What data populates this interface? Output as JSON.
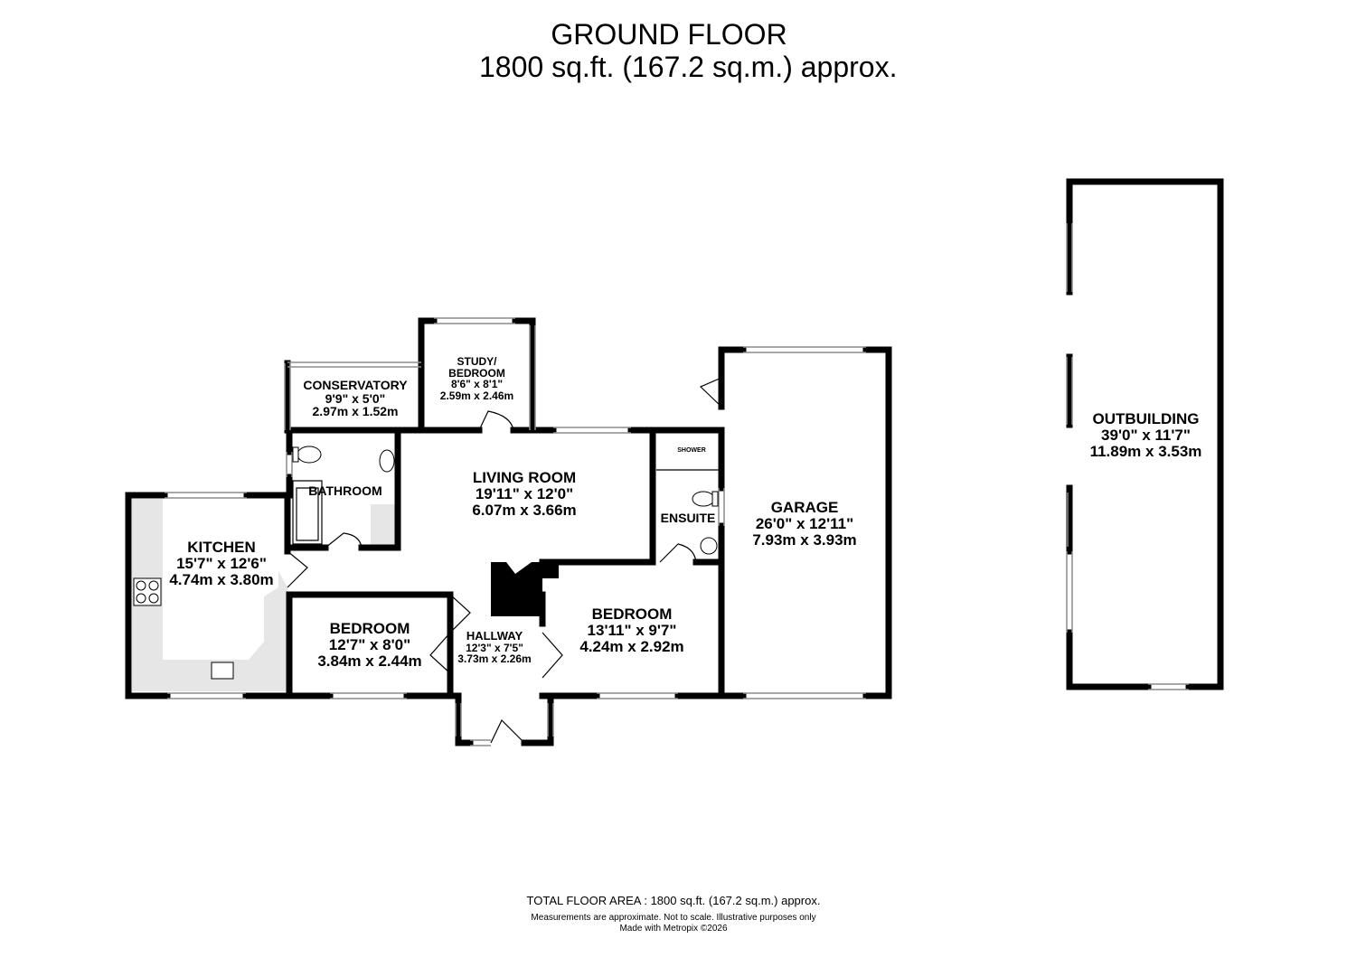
{
  "header": {
    "title": "GROUND FLOOR",
    "area": "1800 sq.ft. (167.2 sq.m.) approx."
  },
  "rooms": {
    "conservatory": {
      "name": "CONSERVATORY",
      "imperial": "9'9\"  x 5'0\"",
      "metric": "2.97m  x 1.52m"
    },
    "study": {
      "name": "STUDY/",
      "name2": "BEDROOM",
      "imperial": "8'6\"  x 8'1\"",
      "metric": "2.59m  x 2.46m"
    },
    "living_room": {
      "name": "LIVING ROOM",
      "imperial": "19'11\"  x 12'0\"",
      "metric": "6.07m  x 3.66m"
    },
    "bathroom": {
      "name": "BATHROOM"
    },
    "kitchen": {
      "name": "KITCHEN",
      "imperial": "15'7\"  x 12'6\"",
      "metric": "4.74m  x 3.80m"
    },
    "bedroom_left": {
      "name": "BEDROOM",
      "imperial": "12'7\"  x 8'0\"",
      "metric": "3.84m  x 2.44m"
    },
    "hallway": {
      "name": "HALLWAY",
      "imperial": "12'3\"  x 7'5\"",
      "metric": "3.73m  x 2.26m"
    },
    "bedroom_right": {
      "name": "BEDROOM",
      "imperial": "13'11\"  x 9'7\"",
      "metric": "4.24m  x 2.92m"
    },
    "ensuite": {
      "name": "ENSUITE",
      "shower": "SHOWER"
    },
    "garage": {
      "name": "GARAGE",
      "imperial": "26'0\"  x 12'11\"",
      "metric": "7.93m  x 3.93m"
    },
    "outbuilding": {
      "name": "OUTBUILDING",
      "imperial": "39'0\"  x 11'7\"",
      "metric": "11.89m  x 3.53m"
    }
  },
  "footer": {
    "total": "TOTAL FLOOR AREA : 1800 sq.ft. (167.2 sq.m.) approx.",
    "disclaimer": "Measurements are approximate.  Not to scale.  Illustrative purposes only",
    "credit": "Made with Metropix ©2026"
  },
  "colors": {
    "wall": "#000000",
    "kitchen_floor": "#e6e6e6",
    "window": "#8c8c8c"
  }
}
